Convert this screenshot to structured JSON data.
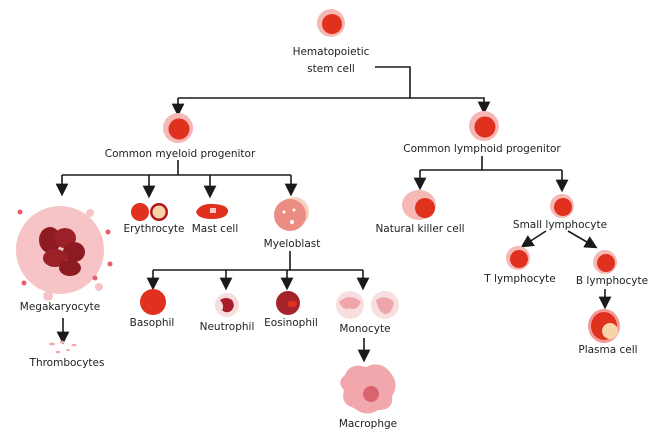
{
  "title": "Hematopoiesis",
  "colors": {
    "red": "#e0301e",
    "pink": "#f5b8b5",
    "dark": "#8e1b22",
    "line": "#1a1a1a"
  },
  "nodes": {
    "hsc": {
      "line1": "Hematopoietic",
      "line2": "stem cell"
    },
    "cmp": "Common myeloid progenitor",
    "clp": "Common lymphoid progenitor",
    "megakaryocyte": "Megakaryocyte",
    "thrombocytes": "Thrombocytes",
    "erythrocyte": "Erythrocyte",
    "mast_cell": "Mast cell",
    "myeloblast": "Myeloblast",
    "basophil": "Basophil",
    "neutrophil": "Neutrophil",
    "eosinophil": "Eosinophil",
    "monocyte": "Monocyte",
    "macrophage": "Macrophge",
    "nk_cell": "Natural killer cell",
    "small_lymphocyte": "Small lymphocyte",
    "t_lymphocyte": "T lymphocyte",
    "b_lymphocyte": "B lymphocyte",
    "plasma_cell": "Plasma cell"
  }
}
